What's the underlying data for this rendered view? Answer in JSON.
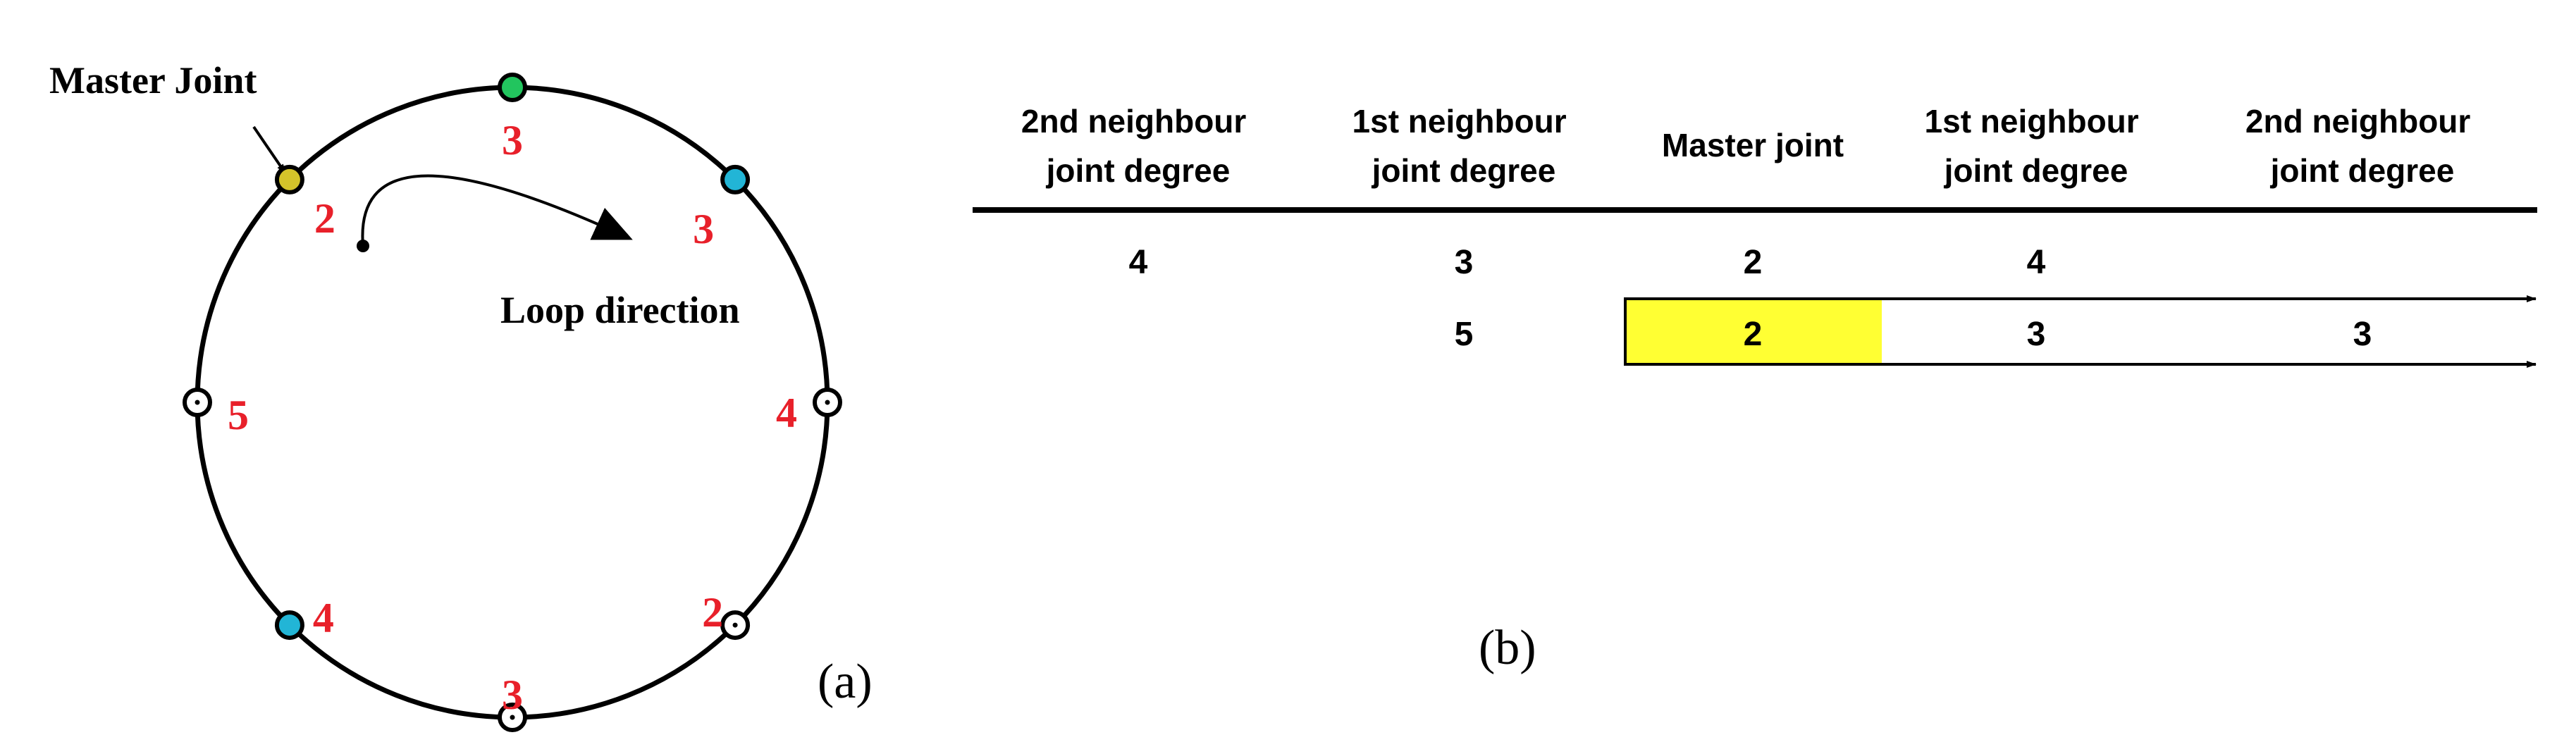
{
  "panel_a": {
    "caption": "(a)",
    "master_label": "Master Joint",
    "loop_label": "Loop direction",
    "joints": [
      {
        "degree": "3",
        "color": "#22c55e",
        "kind": "filled"
      },
      {
        "degree": "3",
        "color": "#22b5d6",
        "kind": "filled"
      },
      {
        "degree": "4",
        "color": "#ffffff",
        "kind": "open"
      },
      {
        "degree": "2",
        "color": "#ffffff",
        "kind": "open"
      },
      {
        "degree": "3",
        "color": "#ffffff",
        "kind": "open"
      },
      {
        "degree": "4",
        "color": "#22b5d6",
        "kind": "filled"
      },
      {
        "degree": "5",
        "color": "#ffffff",
        "kind": "open"
      },
      {
        "degree": "2",
        "color": "#d4c42a",
        "kind": "filled"
      }
    ],
    "label_color": "#e8202a"
  },
  "panel_b": {
    "caption": "(b)",
    "headers": [
      [
        "2nd neighbour",
        "joint degree"
      ],
      [
        "1st neighbour",
        "joint degree"
      ],
      [
        "Master joint"
      ],
      [
        "1st neighbour",
        "joint degree"
      ],
      [
        "2nd neighbour",
        "joint degree"
      ]
    ],
    "row1": [
      "4",
      "3",
      "2",
      "4",
      ""
    ],
    "row2": [
      "",
      "5",
      "2",
      "3",
      "3"
    ],
    "highlight_color": "#ffff33"
  }
}
